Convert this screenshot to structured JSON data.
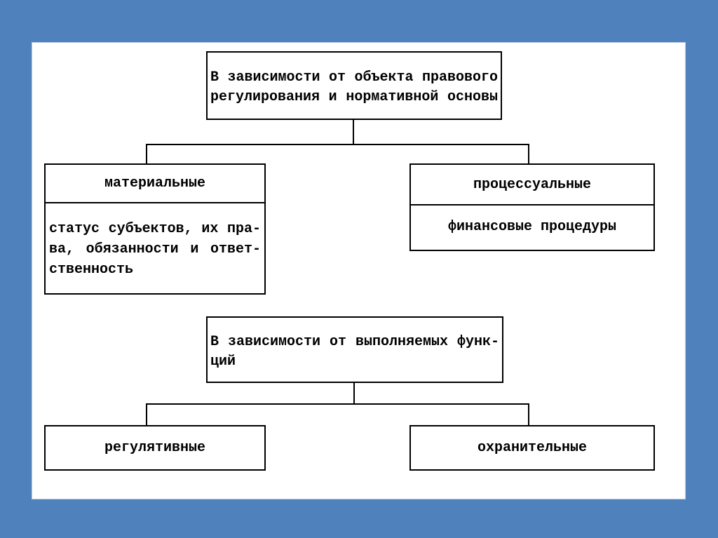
{
  "slide": {
    "background_color": "#4f81bd",
    "canvas_color": "#ffffff",
    "border_color": "#000000",
    "text_color": "#000000"
  },
  "diagram_top": {
    "root": {
      "text": "В зависимости от объекта правового регулирования и нормативной основы",
      "lines": [
        "В зависимости от объекта правового",
        "регулирования и нормативной основы"
      ]
    },
    "left_branch": {
      "title": "материальные",
      "body_text": "статус субъектов, их права, обязанности и ответственность",
      "body_lines": [
        "статус субъектов, их пра-",
        "ва, обязанности и ответ-",
        "ственность"
      ]
    },
    "right_branch": {
      "title": "процессуальные",
      "body_text": "финансовые процедуры"
    }
  },
  "diagram_bottom": {
    "root": {
      "text": "В зависимости от выполняемых функций",
      "lines": [
        "В зависимости от выполняемых функ-",
        "ций"
      ]
    },
    "left_branch": {
      "title": "регулятивные"
    },
    "right_branch": {
      "title": "охранительные"
    }
  }
}
